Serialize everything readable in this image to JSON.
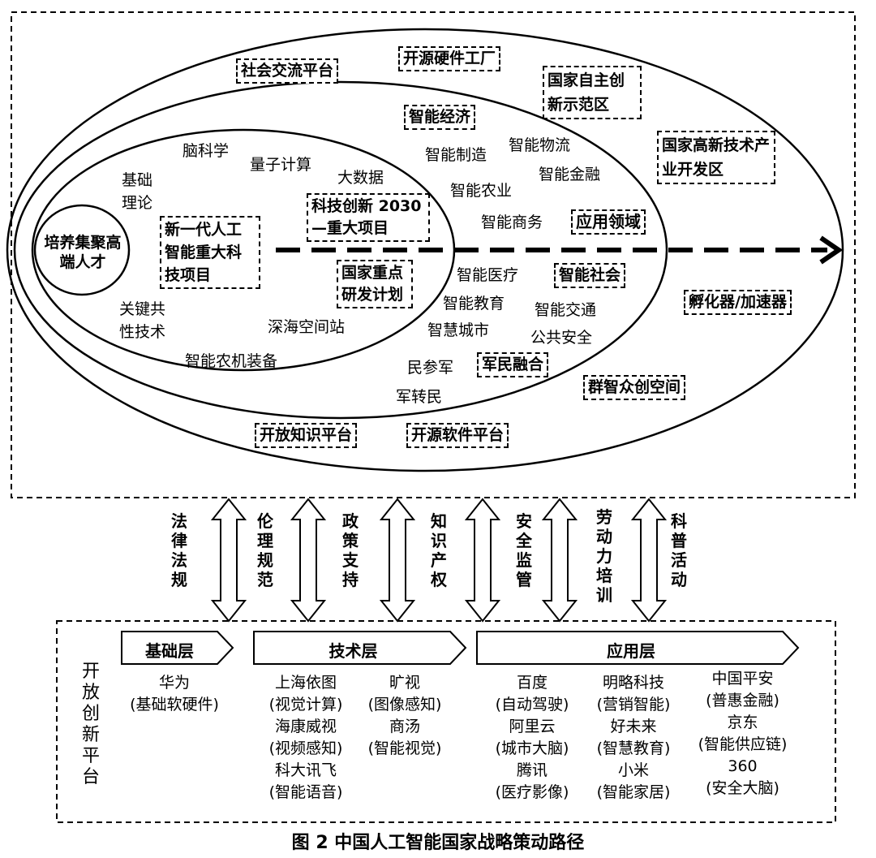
{
  "upper": {
    "talent": "培养集聚高端人才",
    "research": [
      "基础理论",
      "脑科学",
      "量子计算",
      "大数据",
      "关键共性技术",
      "深海空间站",
      "智能农机装备"
    ],
    "applications": [
      "智能制造",
      "智能物流",
      "智能金融",
      "智能农业",
      "智能商务",
      "智能医疗",
      "智能教育",
      "智能交通",
      "智慧城市",
      "公共安全",
      "民参军",
      "军转民"
    ],
    "boxes": {
      "social_platform": "社会交流平台",
      "open_hardware": "开源硬件工厂",
      "innovation_zone": "国家自主创新示范区",
      "smart_economy": "智能经济",
      "high_tech_zone": "国家高新技术产业开发区",
      "sci_tech_2030": "科技创新 2030—重大项目",
      "application_field": "应用领域",
      "new_gen_ai": "新一代人工智能重大科技项目",
      "national_rd": "国家重点研发计划",
      "smart_society": "智能社会",
      "incubator": "孵化器/加速器",
      "civil_military": "军民融合",
      "crowd_space": "群智众创空间",
      "open_knowledge": "开放知识平台",
      "open_software": "开源软件平台"
    }
  },
  "supports": [
    "法律法规",
    "伦理规范",
    "政策支持",
    "知识产权",
    "安全监管",
    "劳动力培训",
    "科普活动"
  ],
  "lower": {
    "platform_label": "开放创新平台",
    "layers": {
      "base": "基础层",
      "tech": "技术层",
      "app": "应用层"
    },
    "base_companies": [
      "华为",
      "(基础软硬件)"
    ],
    "tech_col1": [
      "上海依图",
      "(视觉计算)",
      "海康威视",
      "(视频感知)",
      "科大讯飞",
      "(智能语音)"
    ],
    "tech_col2": [
      "旷视",
      "(图像感知)",
      "商汤",
      "(智能视觉)"
    ],
    "app_col1": [
      "百度",
      "(自动驾驶)",
      "阿里云",
      "(城市大脑)",
      "腾讯",
      "(医疗影像)"
    ],
    "app_col2": [
      "明略科技",
      "(营销智能)",
      "好未来",
      "(智慧教育)",
      "小米",
      "(智能家居)"
    ],
    "app_col3": [
      "中国平安",
      "(普惠金融)",
      "京东",
      "(智能供应链)",
      "360",
      "(安全大脑)"
    ]
  },
  "caption": "图 2  中国人工智能国家战略策动路径"
}
